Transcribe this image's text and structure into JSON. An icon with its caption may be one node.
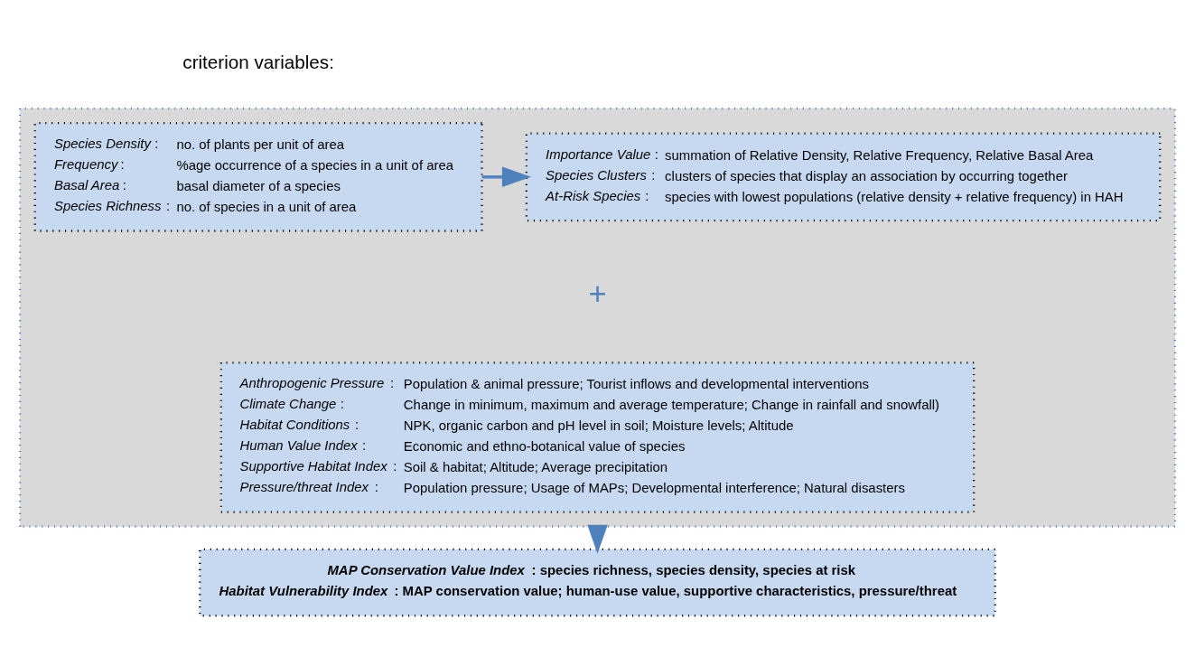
{
  "diagram": {
    "nodes": [
      {
        "text": [],
        "shape": "box"
      },
      {
        "text": [
          "*Species Density*:",
          "no. of plants per unit of area",
          "*Frequency*:",
          "%age occurrence of a species in a unit of area",
          "*Basal Area*:",
          "basal diameter of a species",
          "*Species Richness*:",
          "no. of species in a unit of area"
        ],
        "in": 0
      },
      {
        "text": [
          "*Importance Value*:",
          "summation of Relative Density, Relative Frequency, Relative Basal Area",
          "*Species Clusters*:",
          "clusters of species that display an association by occurring together",
          "*At-Risk Species*:",
          "species with lowest populations (relative density + relative frequency) in HAH"
        ],
        "in": 0
      },
      {
        "text": [
          "*Anthropogenic Pressure*:",
          "Population & animal pressure; Tourist inflows and developmental interventions",
          "*Climate Change*:",
          "Change in minimum, maximum and average temperature; Change in rainfall and snowfall)",
          "*Habitat Conditions*:",
          "NPK, organic carbon and pH level in soil; Moisture levels; Altitude",
          "*Human Value Index*:",
          "Economic and ethno-botanical value of species",
          "*Supportive Habitat Index*:",
          "Soil & habitat; Altitude; Average precipitation",
          "*Pressure/threat Index*:",
          "Population pressure; Usage of MAPs; Developmental interference; Natural disasters"
        ],
        "in": 0
      },
      {
        "text": [
          "*MAP Conservation Value Index*: species richness, species density, species at risk",
          "*Habitat Vulnerability Index*: MAP conservation value; human-use value, supportive characteristics, pressure/threat"
        ]
      }
    ],
    "edges": [
      {
        "from": 1,
        "to": 2,
        "arrow": "to"
      },
      {
        "from": 0,
        "to": 4,
        "arrow": "to"
      }
    ],
    "labels": [
      "criterion variables:",
      "+"
    ]
  }
}
